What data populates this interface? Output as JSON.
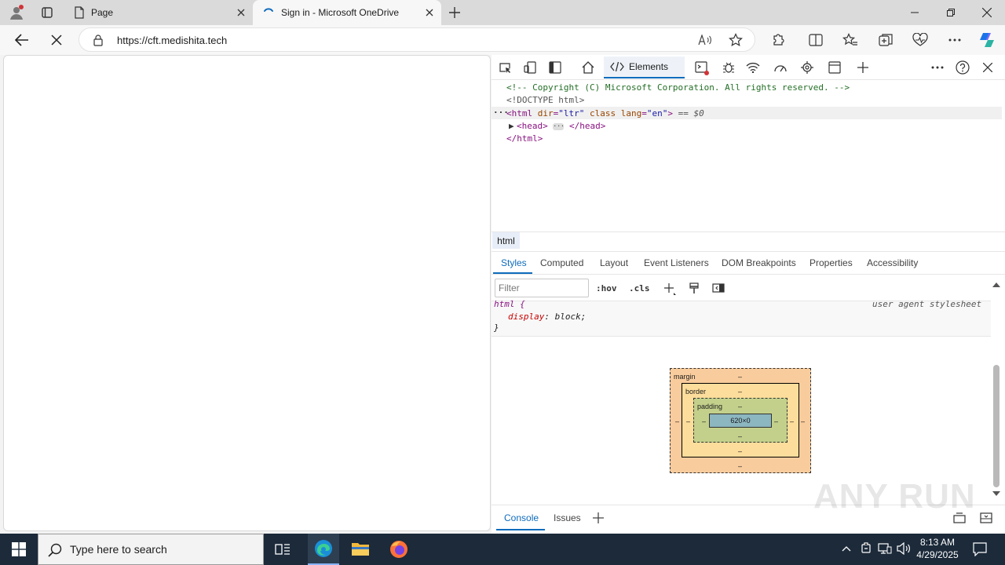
{
  "browser": {
    "tabs": [
      {
        "title": "Page",
        "icon": "page-icon"
      },
      {
        "title": "Sign in - Microsoft OneDrive",
        "icon": "loading-spinner-icon",
        "active": true
      }
    ],
    "url": "https://cft.medishita.tech"
  },
  "devtools": {
    "active_tab": "Elements",
    "dom_lines": {
      "comment": "<!-- Copyright (C) Microsoft Corporation. All rights reserved. -->",
      "doctype": "<!DOCTYPE html>",
      "html_open_tag": "html",
      "attr_dir": "dir",
      "attr_dir_val": "\"ltr\"",
      "attr_class": "class",
      "attr_lang": "lang",
      "attr_lang_val": "\"en\"",
      "selected_marker": "== $0",
      "head_open": "<head>",
      "head_close": "</head>",
      "html_close": "</html>"
    },
    "breadcrumb": "html",
    "subtabs": [
      "Styles",
      "Computed",
      "Layout",
      "Event Listeners",
      "DOM Breakpoints",
      "Properties",
      "Accessibility"
    ],
    "filter_placeholder": "Filter",
    "tool_hov": ":hov",
    "tool_cls": ".cls",
    "rule": {
      "selector": "html {",
      "source": "user agent stylesheet",
      "property": "display",
      "value": "block;",
      "close": "}"
    },
    "box_model": {
      "margin_label": "margin",
      "border_label": "border",
      "padding_label": "padding",
      "content": "620×0",
      "dash": "–"
    },
    "drawer_tabs": [
      "Console",
      "Issues"
    ]
  },
  "watermark": "ANY RUN",
  "taskbar": {
    "search_placeholder": "Type here to search",
    "time": "8:13 AM",
    "date": "4/29/2025"
  },
  "colors": {
    "accent": "#0f6cbd",
    "taskbar": "#1c2a3a",
    "margin": "#f9cc9d",
    "border": "#fddd9b",
    "padding": "#c3d08b",
    "content": "#8cb6c0"
  }
}
